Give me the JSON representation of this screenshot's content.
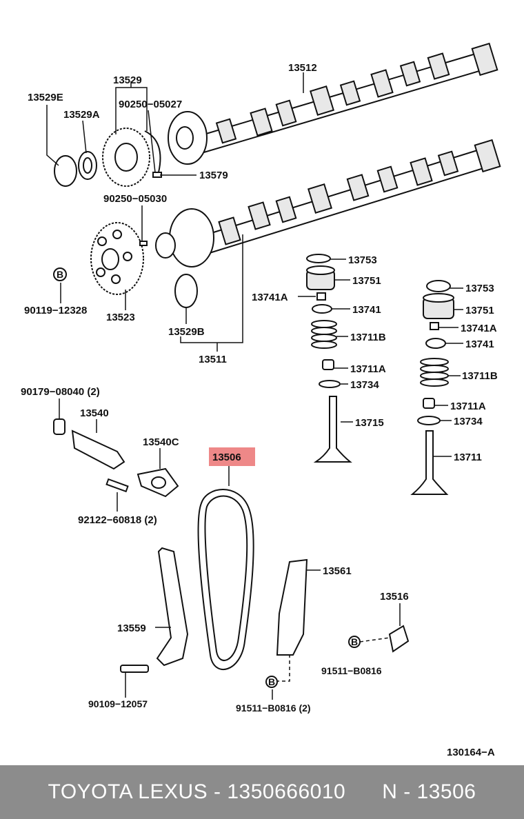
{
  "diagram": {
    "labels": {
      "p13512": "13512",
      "p13529": "13529",
      "p13529E": "13529E",
      "p13529A": "13529A",
      "p90250_05027": "90250−05027",
      "p13579": "13579",
      "p90250_05030": "90250−05030",
      "b_mark_1": "B",
      "p90119_12328": "90119−12328",
      "p13523": "13523",
      "p13529B": "13529B",
      "p13511": "13511",
      "p13753_l": "13753",
      "p13751_l": "13751",
      "p13741A_l": "13741A",
      "p13741_l": "13741",
      "p13711B_l": "13711B",
      "p13711A_l": "13711A",
      "p13734_l": "13734",
      "p13715": "13715",
      "p13753_r": "13753",
      "p13751_r": "13751",
      "p13741A_r": "13741A",
      "p13741_r": "13741",
      "p13711B_r": "13711B",
      "p13711A_r": "13711A",
      "p13734_r": "13734",
      "p13711": "13711",
      "p90179_08040": "90179−08040 (2)",
      "p13540": "13540",
      "p13540C": "13540C",
      "p92122_60818": "92122−60818 (2)",
      "p13506": "13506",
      "p13561": "13561",
      "p13516": "13516",
      "p13559": "13559",
      "b_mark_2": "B",
      "p91511_B0816_r": "91511−B0816",
      "b_mark_3": "B",
      "p91511_B0816_c": "91511−B0816 (2)",
      "p90109_12057": "90109−12057",
      "diagram_code": "130164−A"
    },
    "highlight_color": "#ee8888"
  },
  "footer": {
    "text": "TOYOTA LEXUS - 1350666010      N - 13506",
    "bg_color": "#8c8c8c"
  }
}
